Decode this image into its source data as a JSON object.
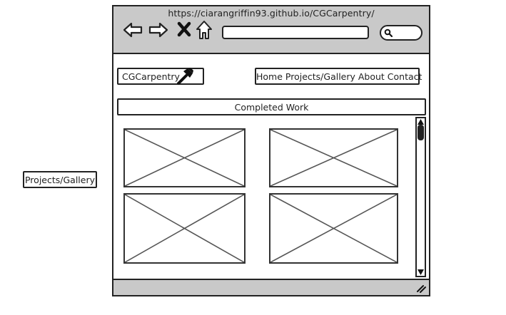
{
  "browser": {
    "url": "https://ciarangriffin93.github.io/CGCarpentry/",
    "icons": [
      "back-arrow-icon",
      "forward-arrow-icon",
      "close-x-icon",
      "home-icon",
      "search-icon"
    ]
  },
  "site": {
    "brand": "CGCarpentry",
    "nav": "Home Projects/Gallery About Contact",
    "heading": "Completed Work"
  },
  "gallery": {
    "images": [
      "image-placeholder",
      "image-placeholder",
      "image-placeholder",
      "image-placeholder"
    ]
  },
  "annotation": {
    "label": "Projects/Gallery"
  }
}
